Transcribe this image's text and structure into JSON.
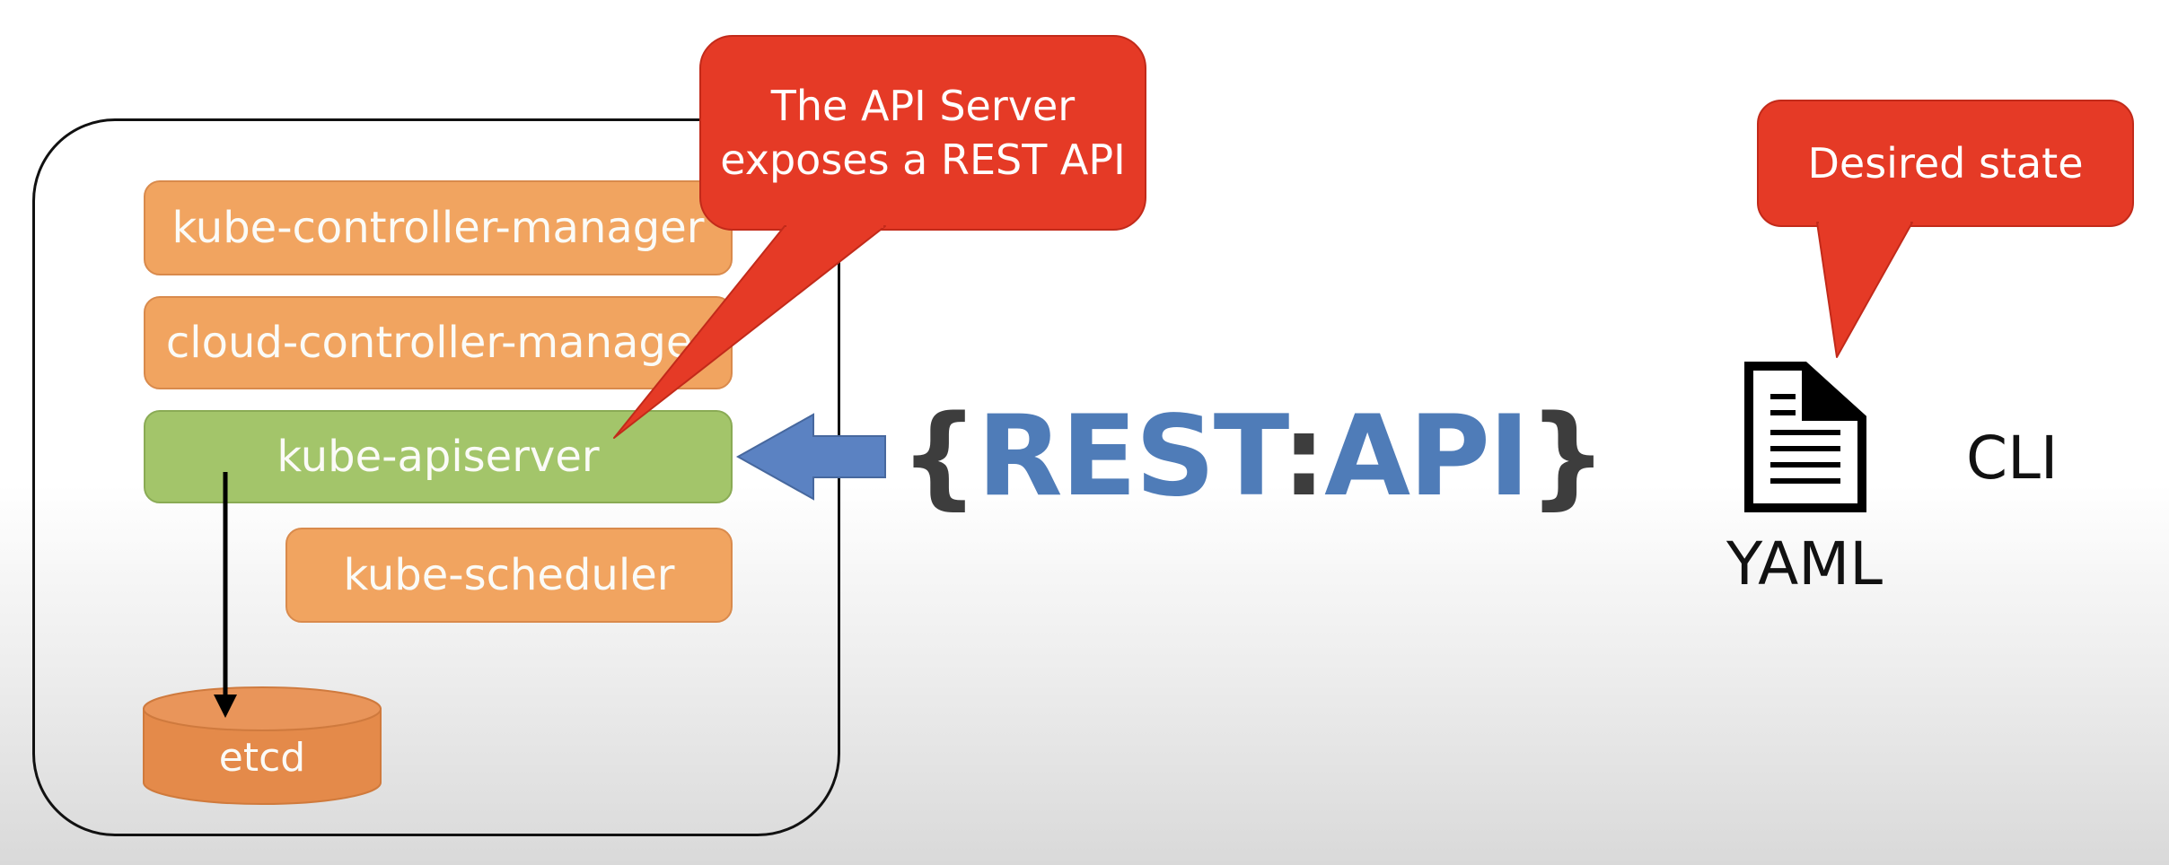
{
  "control_plane": {
    "components": [
      {
        "label": "kube-controller-manager"
      },
      {
        "label": "cloud-controller-manager"
      },
      {
        "label": "kube-apiserver"
      },
      {
        "label": "kube-scheduler"
      }
    ],
    "datastore": {
      "label": "etcd"
    }
  },
  "callouts": {
    "api_server": "The API Server exposes a REST API",
    "desired_state": "Desired state"
  },
  "rest_logo": {
    "open_brace": "{",
    "word1": "REST",
    "separator": ":",
    "word2": "API",
    "close_brace": "}"
  },
  "client": {
    "document_icon": "document-icon",
    "document_label": "YAML",
    "cli_label": "CLI"
  },
  "colors": {
    "component_orange": "#f1a460",
    "apiserver_green": "#a3c56a",
    "etcd_orange": "#e48a4a",
    "callout_red": "#e53a26",
    "arrow_blue": "#5b82c2",
    "rest_blue": "#4f7cb8"
  }
}
